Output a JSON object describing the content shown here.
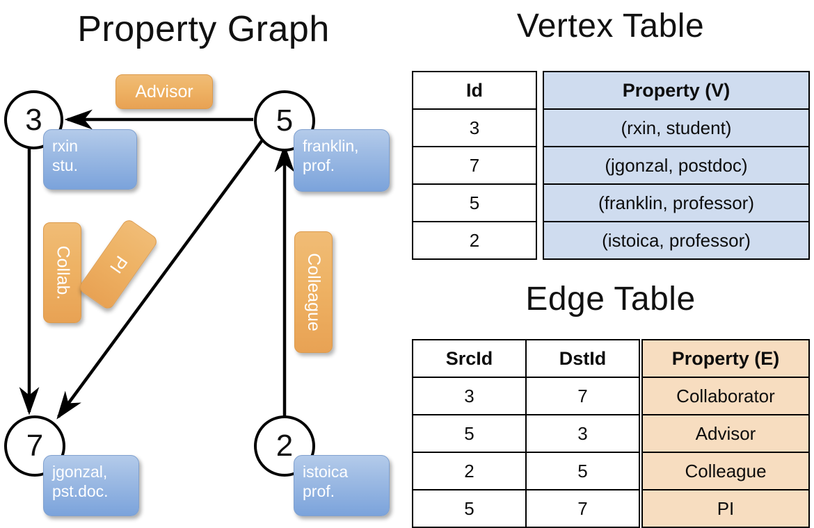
{
  "titles": {
    "property_graph": "Property Graph",
    "vertex_table": "Vertex Table",
    "edge_table": "Edge Table"
  },
  "colors": {
    "vertex_property_bg": "#cfdcef",
    "edge_property_bg": "#f7ddc0",
    "node_box_blue": "#9fbce4",
    "edge_label_orange": "#eeb264",
    "border": "#000000"
  },
  "graph": {
    "nodes": [
      {
        "id": "3",
        "property": "rxin\nstu.",
        "property_line1": "rxin",
        "property_line2": "stu."
      },
      {
        "id": "5",
        "property": "franklin,\nprof.",
        "property_line1": "franklin,",
        "property_line2": "prof."
      },
      {
        "id": "7",
        "property": "jgonzal,\npst.doc.",
        "property_line1": "jgonzal,",
        "property_line2": "pst.doc."
      },
      {
        "id": "2",
        "property": "istoica\nprof.",
        "property_line1": "istoica",
        "property_line2": "prof."
      }
    ],
    "edges": [
      {
        "src": "5",
        "dst": "3",
        "label": "Advisor"
      },
      {
        "src": "3",
        "dst": "7",
        "label": "Collab."
      },
      {
        "src": "5",
        "dst": "7",
        "label": "PI"
      },
      {
        "src": "2",
        "dst": "5",
        "label": "Colleague"
      }
    ]
  },
  "chart_data": {
    "type": "diagram",
    "title": "Property Graph",
    "nodes": [
      {
        "id": 3,
        "name": "rxin",
        "role": "student"
      },
      {
        "id": 7,
        "name": "jgonzal",
        "role": "postdoc"
      },
      {
        "id": 5,
        "name": "franklin",
        "role": "professor"
      },
      {
        "id": 2,
        "name": "istoica",
        "role": "professor"
      }
    ],
    "edges": [
      {
        "srcId": 3,
        "dstId": 7,
        "property": "Collaborator"
      },
      {
        "srcId": 5,
        "dstId": 3,
        "property": "Advisor"
      },
      {
        "srcId": 2,
        "dstId": 5,
        "property": "Colleague"
      },
      {
        "srcId": 5,
        "dstId": 7,
        "property": "PI"
      }
    ]
  },
  "vertex_table": {
    "headers": {
      "id": "Id",
      "property": "Property (V)"
    },
    "rows": [
      {
        "id": "3",
        "property": "(rxin, student)"
      },
      {
        "id": "7",
        "property": "(jgonzal, postdoc)"
      },
      {
        "id": "5",
        "property": "(franklin, professor)"
      },
      {
        "id": "2",
        "property": "(istoica, professor)"
      }
    ]
  },
  "edge_table": {
    "headers": {
      "src": "SrcId",
      "dst": "DstId",
      "property": "Property (E)"
    },
    "rows": [
      {
        "src": "3",
        "dst": "7",
        "property": "Collaborator"
      },
      {
        "src": "5",
        "dst": "3",
        "property": "Advisor"
      },
      {
        "src": "2",
        "dst": "5",
        "property": "Colleague"
      },
      {
        "src": "5",
        "dst": "7",
        "property": "PI"
      }
    ]
  }
}
